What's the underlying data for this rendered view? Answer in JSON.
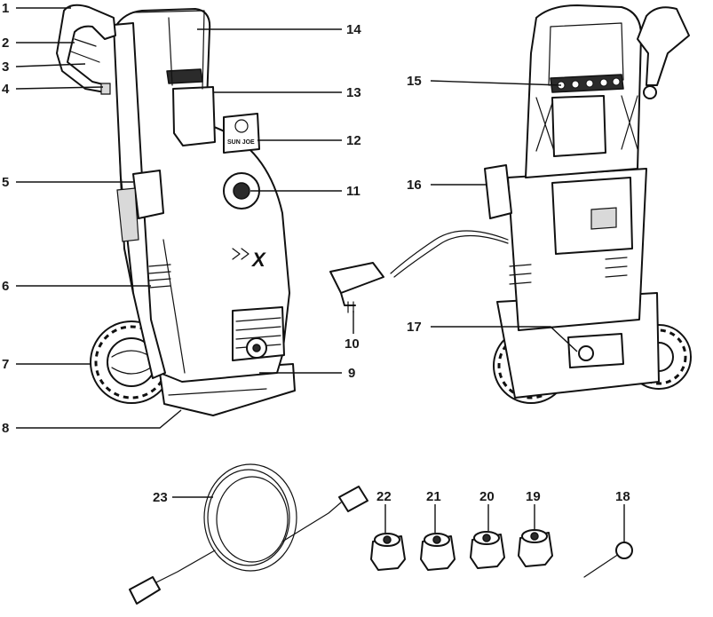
{
  "callouts": [
    {
      "id": "1",
      "label": "1"
    },
    {
      "id": "2",
      "label": "2"
    },
    {
      "id": "3",
      "label": "3"
    },
    {
      "id": "4",
      "label": "4"
    },
    {
      "id": "5",
      "label": "5"
    },
    {
      "id": "6",
      "label": "6"
    },
    {
      "id": "7",
      "label": "7"
    },
    {
      "id": "8",
      "label": "8"
    },
    {
      "id": "9",
      "label": "9"
    },
    {
      "id": "10",
      "label": "10"
    },
    {
      "id": "11",
      "label": "11"
    },
    {
      "id": "12",
      "label": "12"
    },
    {
      "id": "13",
      "label": "13"
    },
    {
      "id": "14",
      "label": "14"
    },
    {
      "id": "15",
      "label": "15"
    },
    {
      "id": "16",
      "label": "16"
    },
    {
      "id": "17",
      "label": "17"
    },
    {
      "id": "18",
      "label": "18"
    },
    {
      "id": "19",
      "label": "19"
    },
    {
      "id": "20",
      "label": "20"
    },
    {
      "id": "21",
      "label": "21"
    },
    {
      "id": "22",
      "label": "22"
    },
    {
      "id": "23",
      "label": "23"
    }
  ],
  "branding": {
    "logo_text": "SUN JOE",
    "model_mark": "X"
  }
}
